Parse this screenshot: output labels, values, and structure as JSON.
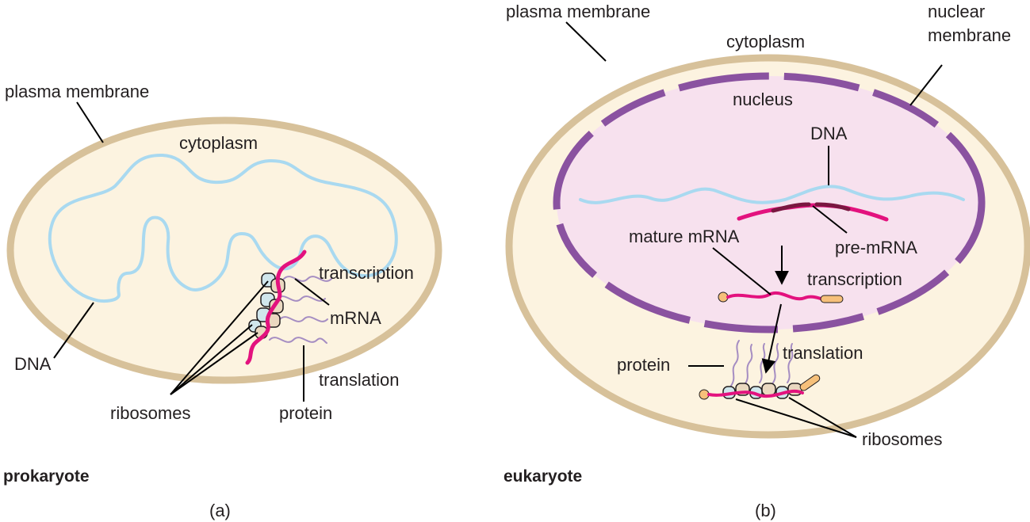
{
  "colors": {
    "membrane": "#d7c19a",
    "cytoplasm": "#fcf3e0",
    "nucleoplasm": "#f7e1ee",
    "nuclear_membrane": "#8a52a0",
    "dna": "#a9d9f0",
    "mrna": "#e3127e",
    "pre_mrna_dark": "#7a1740",
    "protein": "#a58dc2",
    "ribosome_tan": "#ead8c0",
    "ribosome_blue": "#d0e6ec",
    "cap": "#f6c07a"
  },
  "prokaryote": {
    "plasma_membrane": "plasma membrane",
    "cytoplasm": "cytoplasm",
    "dna": "DNA",
    "transcription": "transcription",
    "mrna": "mRNA",
    "translation": "translation",
    "ribosomes": "ribosomes",
    "protein": "protein",
    "title": "prokaryote",
    "panel": "(a)"
  },
  "eukaryote": {
    "plasma_membrane": "plasma membrane",
    "nuclear_membrane_line1": "nuclear",
    "nuclear_membrane_line2": "membrane",
    "cytoplasm": "cytoplasm",
    "nucleus": "nucleus",
    "dna": "DNA",
    "pre_mrna": "pre-mRNA",
    "mature_mrna": "mature mRNA",
    "transcription": "transcription",
    "translation": "translation",
    "protein": "protein",
    "ribosomes": "ribosomes",
    "title": "eukaryote",
    "panel": "(b)"
  }
}
